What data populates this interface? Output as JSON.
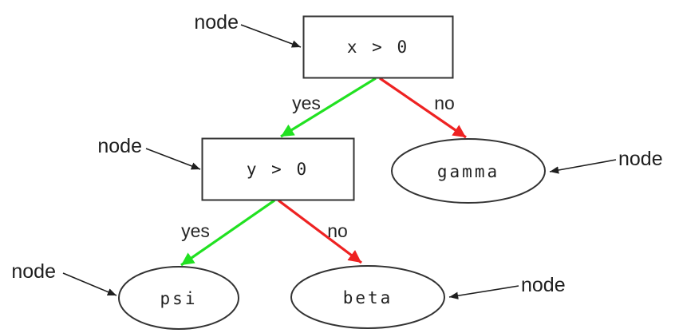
{
  "diagram": {
    "kind": "decision-tree",
    "nodes": [
      {
        "id": "root",
        "shape": "rect",
        "label": "x > 0"
      },
      {
        "id": "inner",
        "shape": "rect",
        "label": "y > 0"
      },
      {
        "id": "gamma",
        "shape": "ellipse",
        "label": "gamma"
      },
      {
        "id": "psi",
        "shape": "ellipse",
        "label": "psi"
      },
      {
        "id": "beta",
        "shape": "ellipse",
        "label": "beta"
      }
    ],
    "edges": [
      {
        "from": "x > 0",
        "to": "y > 0",
        "label": "yes",
        "color": "green"
      },
      {
        "from": "x > 0",
        "to": "gamma",
        "label": "no",
        "color": "red"
      },
      {
        "from": "y > 0",
        "to": "psi",
        "label": "yes",
        "color": "green"
      },
      {
        "from": "y > 0",
        "to": "beta",
        "label": "no",
        "color": "red"
      }
    ],
    "annotations": [
      {
        "label": "node",
        "target": "x > 0"
      },
      {
        "label": "node",
        "target": "y > 0"
      },
      {
        "label": "node",
        "target": "gamma"
      },
      {
        "label": "node",
        "target": "psi"
      },
      {
        "label": "node",
        "target": "beta"
      }
    ],
    "colors": {
      "yes_green": "#21e121",
      "no_red": "#ee2222",
      "node_border": "#333333",
      "annotation_ink": "#1f1f1f"
    }
  }
}
